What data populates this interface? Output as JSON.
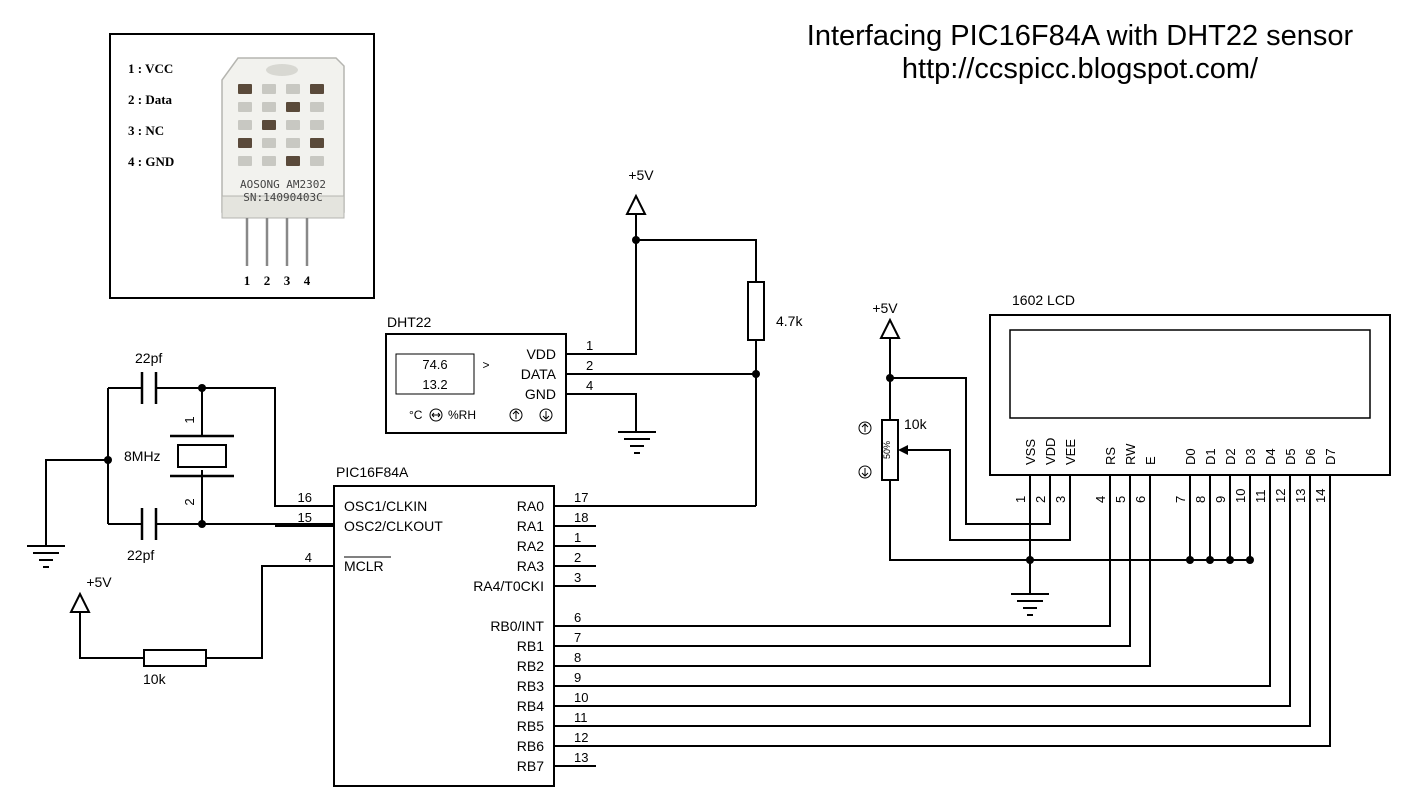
{
  "title": {
    "line1": "Interfacing PIC16F84A with DHT22 sensor",
    "line2": "http://ccspicc.blogspot.com/"
  },
  "sensor_photo": {
    "pins": [
      "1 : VCC",
      "2 : Data",
      "3 : NC",
      "4 : GND"
    ],
    "print_line1": "AOSONG AM2302",
    "print_line2": "SN:14090403C",
    "leg_numbers": [
      "1",
      "2",
      "3",
      "4"
    ]
  },
  "dht22": {
    "label": "DHT22",
    "temp_value": "74.6",
    "hum_value": "13.2",
    "arrow": ">",
    "units": "°C",
    "units2": "%RH",
    "pins": [
      {
        "name": "VDD",
        "num": "1"
      },
      {
        "name": "DATA",
        "num": "2"
      },
      {
        "name": "GND",
        "num": "4"
      }
    ]
  },
  "power": {
    "vcc_label": "+5V"
  },
  "pullup": {
    "value": "4.7k"
  },
  "crystal": {
    "freq": "8MHz",
    "pin1": "1",
    "pin2": "2",
    "cap_top": "22pf",
    "cap_bottom": "22pf"
  },
  "mclr_res": {
    "value": "10k"
  },
  "mcu": {
    "label": "PIC16F84A",
    "left_pins": [
      {
        "name": "OSC1/CLKIN",
        "num": "16"
      },
      {
        "name": "OSC2/CLKOUT",
        "num": "15"
      },
      {
        "name": "MCLR",
        "num": "4"
      }
    ],
    "right_pins": [
      {
        "name": "RA0",
        "num": "17"
      },
      {
        "name": "RA1",
        "num": "18"
      },
      {
        "name": "RA2",
        "num": "1"
      },
      {
        "name": "RA3",
        "num": "2"
      },
      {
        "name": "RA4/T0CKI",
        "num": "3"
      },
      {
        "name": "RB0/INT",
        "num": "6"
      },
      {
        "name": "RB1",
        "num": "7"
      },
      {
        "name": "RB2",
        "num": "8"
      },
      {
        "name": "RB3",
        "num": "9"
      },
      {
        "name": "RB4",
        "num": "10"
      },
      {
        "name": "RB5",
        "num": "11"
      },
      {
        "name": "RB6",
        "num": "12"
      },
      {
        "name": "RB7",
        "num": "13"
      }
    ]
  },
  "pot": {
    "value": "10k",
    "position": "50%"
  },
  "lcd": {
    "label": "1602 LCD",
    "pins": [
      {
        "name": "VSS",
        "num": "1"
      },
      {
        "name": "VDD",
        "num": "2"
      },
      {
        "name": "VEE",
        "num": "3"
      },
      {
        "name": "RS",
        "num": "4"
      },
      {
        "name": "RW",
        "num": "5"
      },
      {
        "name": "E",
        "num": "6"
      },
      {
        "name": "D0",
        "num": "7"
      },
      {
        "name": "D1",
        "num": "8"
      },
      {
        "name": "D2",
        "num": "9"
      },
      {
        "name": "D3",
        "num": "10"
      },
      {
        "name": "D4",
        "num": "11"
      },
      {
        "name": "D5",
        "num": "12"
      },
      {
        "name": "D6",
        "num": "13"
      },
      {
        "name": "D7",
        "num": "14"
      }
    ]
  }
}
